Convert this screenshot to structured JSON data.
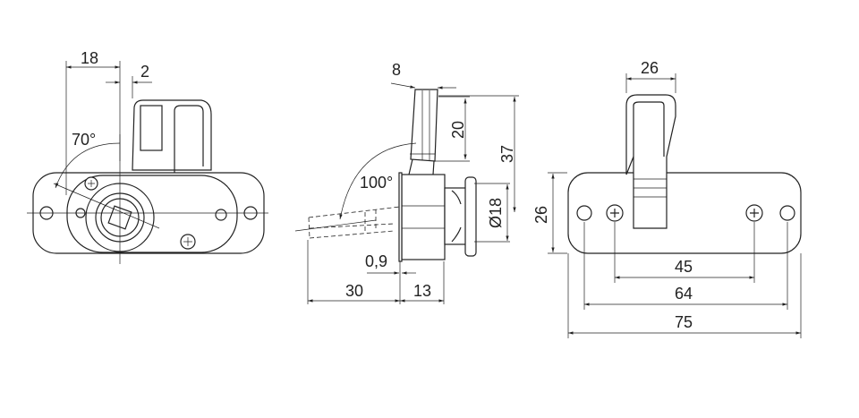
{
  "front_view": {
    "dim_width_18": "18",
    "dim_offset_2": "2",
    "angle": "70°"
  },
  "side_view": {
    "dim_handle_8": "8",
    "dim_handle_20": "20",
    "dim_height_37": "37",
    "angle": "100°",
    "dim_diameter": "Ø18",
    "dim_flange": "0,9",
    "dim_handle_reach": "30",
    "dim_body_depth": "13"
  },
  "back_view": {
    "dim_handle_width": "26",
    "dim_plate_height": "26",
    "dim_screw_spacing": "45",
    "dim_hole_spacing": "64",
    "dim_plate_length": "75"
  }
}
